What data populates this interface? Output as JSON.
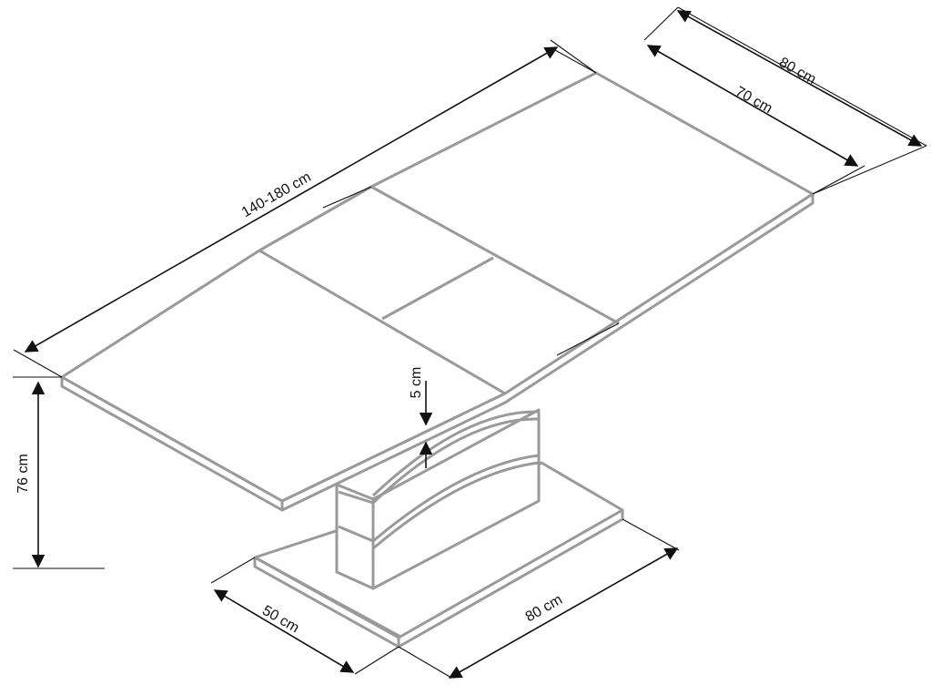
{
  "dimensions": {
    "length": "140-180 cm",
    "width_outer": "80 cm",
    "width_inner": "70 cm",
    "height": "76 cm",
    "top_thickness": "5 cm",
    "base_width": "50 cm",
    "base_length": "80 cm"
  }
}
